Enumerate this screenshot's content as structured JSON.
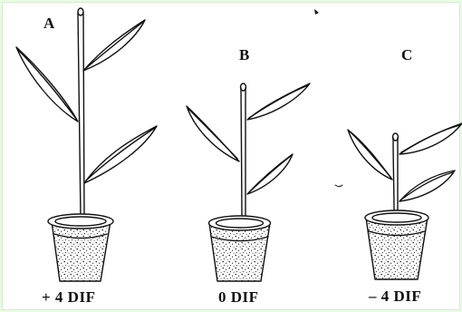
{
  "figure": {
    "plants": [
      {
        "letter": "A",
        "dif": "+ 4  DIF"
      },
      {
        "letter": "B",
        "dif": "0  DIF"
      },
      {
        "letter": "C",
        "dif": "– 4  DIF"
      }
    ],
    "colors": {
      "background": "#e8fbe3",
      "ink": "#111111",
      "paper": "#ffffff"
    }
  }
}
